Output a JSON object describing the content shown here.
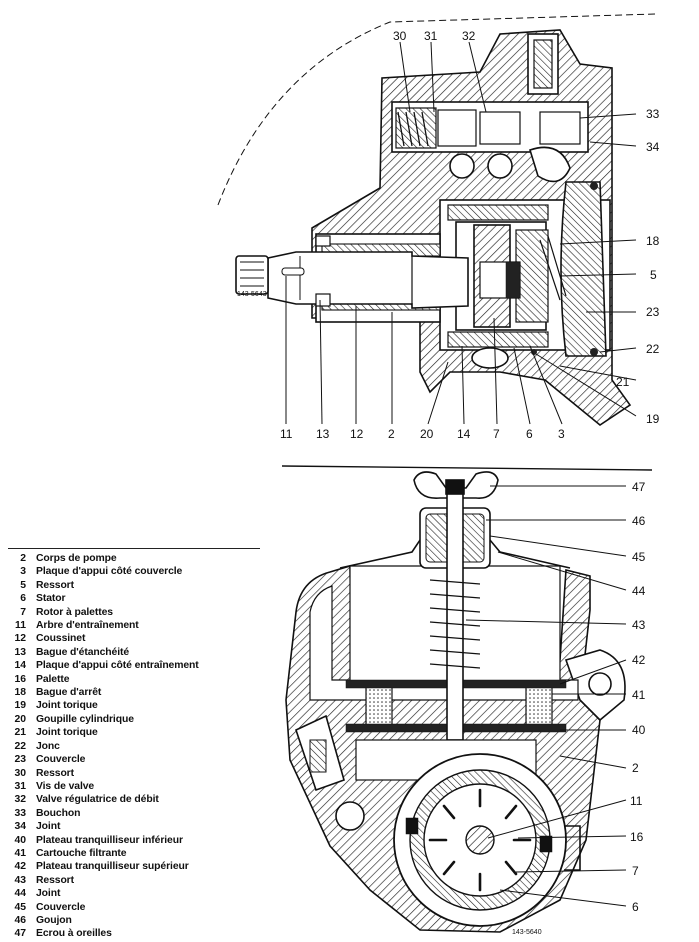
{
  "figure": {
    "top_code": "143-5643",
    "bottom_code": "143-5640"
  },
  "callouts_top": [
    "30",
    "31",
    "32",
    "33",
    "34",
    "18",
    "5",
    "23",
    "22",
    "21",
    "19",
    "11",
    "13",
    "12",
    "2",
    "20",
    "14",
    "7",
    "6",
    "3"
  ],
  "callouts_bottom": [
    "47",
    "46",
    "45",
    "44",
    "43",
    "42",
    "41",
    "40",
    "2",
    "11",
    "16",
    "7",
    "6"
  ],
  "legend": [
    {
      "num": "2",
      "text": "Corps de pompe"
    },
    {
      "num": "3",
      "text": "Plaque d'appui côté couvercle"
    },
    {
      "num": "5",
      "text": "Ressort"
    },
    {
      "num": "6",
      "text": "Stator"
    },
    {
      "num": "7",
      "text": "Rotor à palettes"
    },
    {
      "num": "11",
      "text": "Arbre d'entraînement"
    },
    {
      "num": "12",
      "text": "Coussinet"
    },
    {
      "num": "13",
      "text": "Bague d'étanchéité"
    },
    {
      "num": "14",
      "text": "Plaque d'appui côté entraînement"
    },
    {
      "num": "16",
      "text": "Palette"
    },
    {
      "num": "18",
      "text": "Bague d'arrêt"
    },
    {
      "num": "19",
      "text": "Joint torique"
    },
    {
      "num": "20",
      "text": "Goupille cylindrique"
    },
    {
      "num": "21",
      "text": "Joint torique"
    },
    {
      "num": "22",
      "text": "Jonc"
    },
    {
      "num": "23",
      "text": "Couvercle"
    },
    {
      "num": "30",
      "text": "Ressort"
    },
    {
      "num": "31",
      "text": "Vis de valve"
    },
    {
      "num": "32",
      "text": "Valve régulatrice de débit"
    },
    {
      "num": "33",
      "text": "Bouchon"
    },
    {
      "num": "34",
      "text": "Joint"
    },
    {
      "num": "40",
      "text": "Plateau tranquilliseur inférieur"
    },
    {
      "num": "41",
      "text": "Cartouche filtrante"
    },
    {
      "num": "42",
      "text": "Plateau tranquilliseur supérieur"
    },
    {
      "num": "43",
      "text": "Ressort"
    },
    {
      "num": "44",
      "text": "Joint"
    },
    {
      "num": "45",
      "text": "Couvercle"
    },
    {
      "num": "46",
      "text": "Goujon"
    },
    {
      "num": "47",
      "text": "Ecrou à oreilles"
    }
  ]
}
